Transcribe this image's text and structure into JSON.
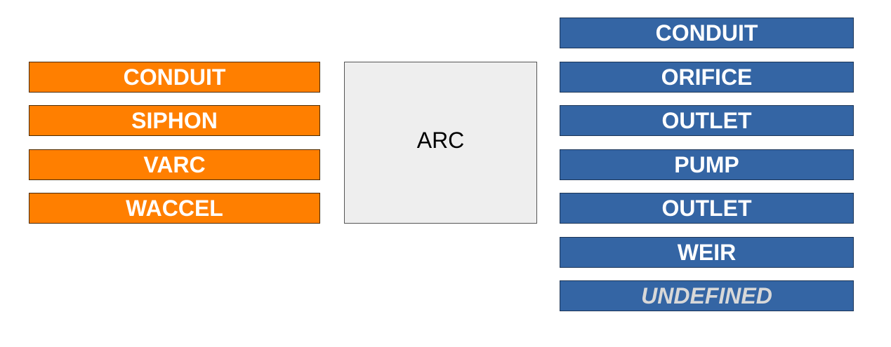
{
  "center": {
    "label": "ARC"
  },
  "left_items": [
    {
      "label": "CONDUIT"
    },
    {
      "label": "SIPHON"
    },
    {
      "label": "VARC"
    },
    {
      "label": "WACCEL"
    }
  ],
  "right_items": [
    {
      "label": "CONDUIT"
    },
    {
      "label": "ORIFICE"
    },
    {
      "label": "OUTLET"
    },
    {
      "label": "PUMP"
    },
    {
      "label": "OUTLET"
    },
    {
      "label": "WEIR"
    },
    {
      "label": "UNDEFINED"
    }
  ],
  "colors": {
    "left_fill": "#ff7f00",
    "right_fill": "#3465a4",
    "center_fill": "#eeeeee"
  }
}
